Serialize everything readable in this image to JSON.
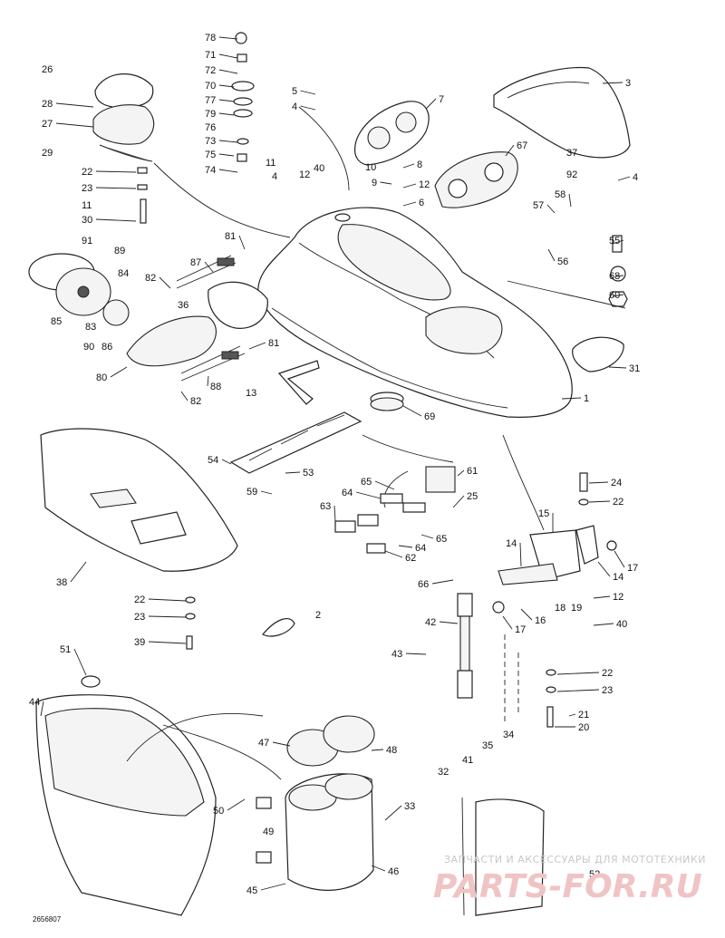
{
  "diagram": {
    "drawing_code": "2656807",
    "callouts": [
      {
        "id": "c78",
        "text": "78"
      },
      {
        "id": "c71",
        "text": "71"
      },
      {
        "id": "c72",
        "text": "72"
      },
      {
        "id": "c70",
        "text": "70"
      },
      {
        "id": "c77",
        "text": "77"
      },
      {
        "id": "c79",
        "text": "79"
      },
      {
        "id": "c76",
        "text": "76"
      },
      {
        "id": "c73",
        "text": "73"
      },
      {
        "id": "c75",
        "text": "75"
      },
      {
        "id": "c74",
        "text": "74"
      },
      {
        "id": "c11a",
        "text": "11"
      },
      {
        "id": "c26",
        "text": "26"
      },
      {
        "id": "c28",
        "text": "28"
      },
      {
        "id": "c27",
        "text": "27"
      },
      {
        "id": "c29",
        "text": "29"
      },
      {
        "id": "c22a",
        "text": "22"
      },
      {
        "id": "c23a",
        "text": "23"
      },
      {
        "id": "c11b",
        "text": "11"
      },
      {
        "id": "c30",
        "text": "30"
      },
      {
        "id": "c5",
        "text": "5"
      },
      {
        "id": "c4a",
        "text": "4"
      },
      {
        "id": "c7",
        "text": "7"
      },
      {
        "id": "c10",
        "text": "10"
      },
      {
        "id": "c8",
        "text": "8"
      },
      {
        "id": "c9",
        "text": "9"
      },
      {
        "id": "c12a",
        "text": "12"
      },
      {
        "id": "c6",
        "text": "6"
      },
      {
        "id": "c3",
        "text": "3"
      },
      {
        "id": "c67",
        "text": "67"
      },
      {
        "id": "c37",
        "text": "37"
      },
      {
        "id": "c92",
        "text": "92"
      },
      {
        "id": "c4b",
        "text": "4"
      },
      {
        "id": "c12b",
        "text": "12"
      },
      {
        "id": "c40a",
        "text": "40"
      },
      {
        "id": "c4c",
        "text": "4"
      },
      {
        "id": "c57",
        "text": "57"
      },
      {
        "id": "c58",
        "text": "58"
      },
      {
        "id": "c55",
        "text": "55"
      },
      {
        "id": "c56",
        "text": "56"
      },
      {
        "id": "c68",
        "text": "68"
      },
      {
        "id": "c60",
        "text": "60"
      },
      {
        "id": "c91",
        "text": "91"
      },
      {
        "id": "c89",
        "text": "89"
      },
      {
        "id": "c84",
        "text": "84"
      },
      {
        "id": "c85",
        "text": "85"
      },
      {
        "id": "c83",
        "text": "83"
      },
      {
        "id": "c90",
        "text": "90"
      },
      {
        "id": "c86",
        "text": "86"
      },
      {
        "id": "c80",
        "text": "80"
      },
      {
        "id": "c81a",
        "text": "81"
      },
      {
        "id": "c87",
        "text": "87"
      },
      {
        "id": "c82a",
        "text": "82"
      },
      {
        "id": "c36",
        "text": "36"
      },
      {
        "id": "c81b",
        "text": "81"
      },
      {
        "id": "c88",
        "text": "88"
      },
      {
        "id": "c82b",
        "text": "82"
      },
      {
        "id": "c13",
        "text": "13"
      },
      {
        "id": "c31",
        "text": "31"
      },
      {
        "id": "c1",
        "text": "1"
      },
      {
        "id": "c69",
        "text": "69"
      },
      {
        "id": "c54",
        "text": "54"
      },
      {
        "id": "c53",
        "text": "53"
      },
      {
        "id": "c59",
        "text": "59"
      },
      {
        "id": "c65a",
        "text": "65"
      },
      {
        "id": "c61",
        "text": "61"
      },
      {
        "id": "c64a",
        "text": "64"
      },
      {
        "id": "c25",
        "text": "25"
      },
      {
        "id": "c63",
        "text": "63"
      },
      {
        "id": "c65b",
        "text": "65"
      },
      {
        "id": "c64b",
        "text": "64"
      },
      {
        "id": "c62",
        "text": "62"
      },
      {
        "id": "c24",
        "text": "24"
      },
      {
        "id": "c22b",
        "text": "22"
      },
      {
        "id": "c15",
        "text": "15"
      },
      {
        "id": "c14a",
        "text": "14"
      },
      {
        "id": "c17a",
        "text": "17"
      },
      {
        "id": "c14b",
        "text": "14"
      },
      {
        "id": "c12c",
        "text": "12"
      },
      {
        "id": "c18",
        "text": "18"
      },
      {
        "id": "c19",
        "text": "19"
      },
      {
        "id": "c66",
        "text": "66"
      },
      {
        "id": "c17b",
        "text": "17"
      },
      {
        "id": "c16",
        "text": "16"
      },
      {
        "id": "c40b",
        "text": "40"
      },
      {
        "id": "c42",
        "text": "42"
      },
      {
        "id": "c38",
        "text": "38"
      },
      {
        "id": "c2",
        "text": "2"
      },
      {
        "id": "c22c",
        "text": "22"
      },
      {
        "id": "c23b",
        "text": "23"
      },
      {
        "id": "c39",
        "text": "39"
      },
      {
        "id": "c43",
        "text": "43"
      },
      {
        "id": "c22d",
        "text": "22"
      },
      {
        "id": "c23c",
        "text": "23"
      },
      {
        "id": "c21",
        "text": "21"
      },
      {
        "id": "c20",
        "text": "20"
      },
      {
        "id": "c34",
        "text": "34"
      },
      {
        "id": "c35",
        "text": "35"
      },
      {
        "id": "c41",
        "text": "41"
      },
      {
        "id": "c32",
        "text": "32"
      },
      {
        "id": "c51",
        "text": "51"
      },
      {
        "id": "c44",
        "text": "44"
      },
      {
        "id": "c47",
        "text": "47"
      },
      {
        "id": "c48",
        "text": "48"
      },
      {
        "id": "c50",
        "text": "50"
      },
      {
        "id": "c33",
        "text": "33"
      },
      {
        "id": "c49",
        "text": "49"
      },
      {
        "id": "c45",
        "text": "45"
      },
      {
        "id": "c46",
        "text": "46"
      },
      {
        "id": "c52",
        "text": "52"
      }
    ]
  },
  "watermark": {
    "tagline": "ЗАПЧАСТИ И АКСЕССУАРЫ ДЛЯ МОТОТЕХНИКИ",
    "brand": "PARTS-FOR.RU",
    "color": "#f0c4c4"
  }
}
